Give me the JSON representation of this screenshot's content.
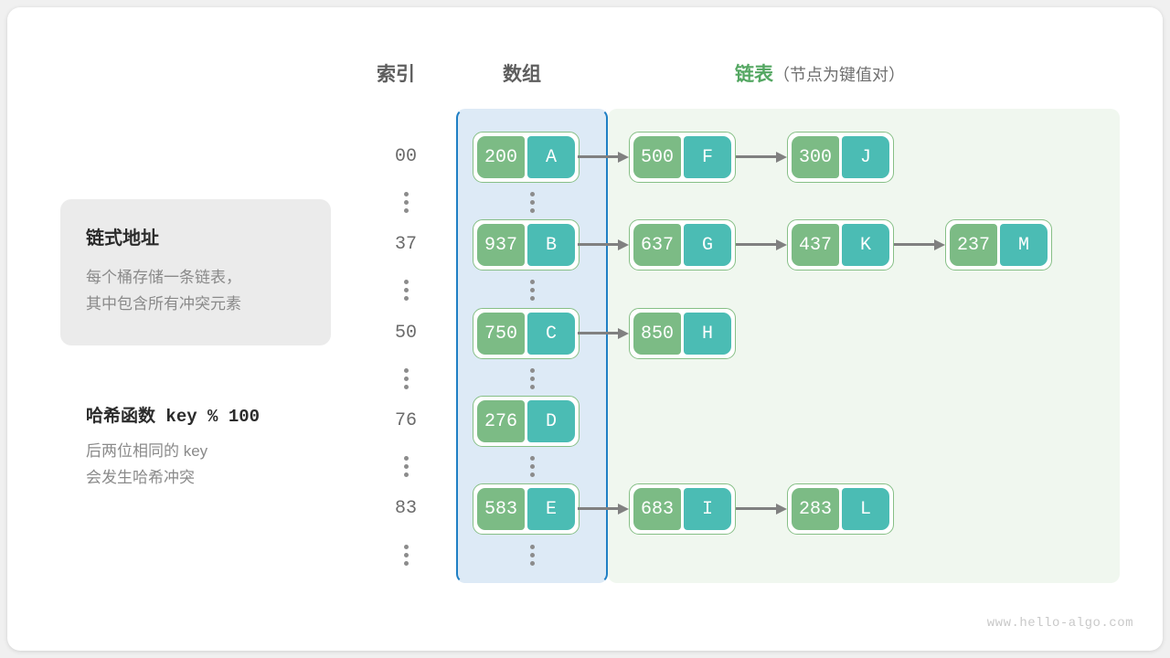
{
  "headers": {
    "index": "索引",
    "array": "数组",
    "list": "链表",
    "list_sub": "（节点为键值对）"
  },
  "info_card": {
    "title": "链式地址",
    "line1": "每个桶存储一条链表，",
    "line2": "其中包含所有冲突元素"
  },
  "hash_note": {
    "title_cjk": "哈希函数",
    "title_expr": "key % 100",
    "line1": "后两位相同的 key",
    "line2": "会发生哈希冲突"
  },
  "colors": {
    "key_cell": "#7cbb85",
    "value_cell": "#4bbcb4",
    "array_panel_bg": "#ddeaf6",
    "array_panel_border": "#1f7fc4",
    "list_panel_bg": "#f0f7ef",
    "accent_green": "#54a762",
    "arrow": "#808080"
  },
  "rows": [
    {
      "index": "00",
      "bucket": {
        "key": "200",
        "value": "A"
      },
      "chain": [
        {
          "key": "500",
          "value": "F"
        },
        {
          "key": "300",
          "value": "J"
        }
      ]
    },
    {
      "index": "37",
      "bucket": {
        "key": "937",
        "value": "B"
      },
      "chain": [
        {
          "key": "637",
          "value": "G"
        },
        {
          "key": "437",
          "value": "K"
        },
        {
          "key": "237",
          "value": "M"
        }
      ]
    },
    {
      "index": "50",
      "bucket": {
        "key": "750",
        "value": "C"
      },
      "chain": [
        {
          "key": "850",
          "value": "H"
        }
      ]
    },
    {
      "index": "76",
      "bucket": {
        "key": "276",
        "value": "D"
      },
      "chain": []
    },
    {
      "index": "83",
      "bucket": {
        "key": "583",
        "value": "E"
      },
      "chain": [
        {
          "key": "683",
          "value": "I"
        },
        {
          "key": "283",
          "value": "L"
        }
      ]
    }
  ],
  "watermark": "www.hello-algo.com"
}
